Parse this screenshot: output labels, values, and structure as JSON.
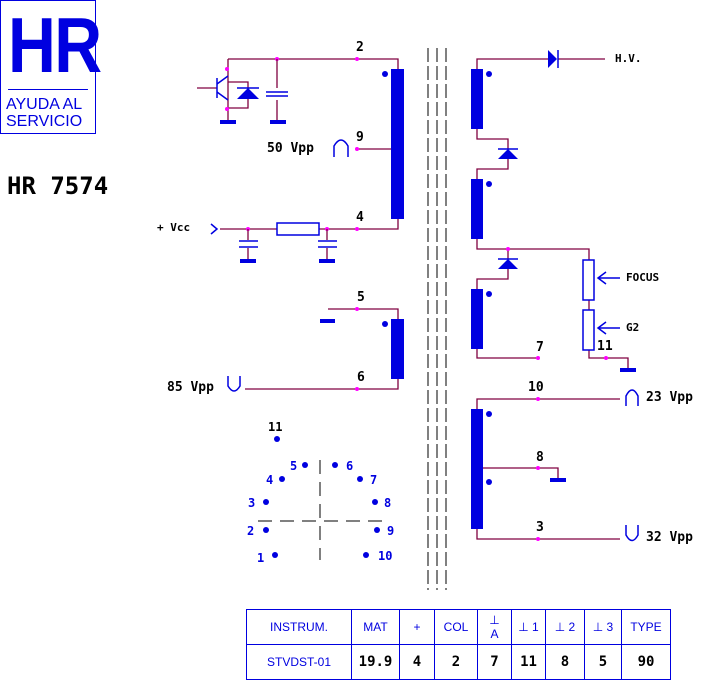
{
  "logo": {
    "mark": "HR",
    "line1": "AYUDA AL",
    "line2": "SERVICIO"
  },
  "model": "HR 7574",
  "labels": {
    "vcc": "+ Vcc",
    "hv": "H.V.",
    "focus": "FOCUS",
    "g2": "G2",
    "p9_vpp": "50 Vpp",
    "p6_vpp": "85 Vpp",
    "p10_vpp": "23 Vpp",
    "p3_vpp": "32 Vpp"
  },
  "pins": {
    "p2": "2",
    "p9": "9",
    "p4": "4",
    "p5": "5",
    "p6": "6",
    "p7": "7",
    "p11": "11",
    "p10": "10",
    "p8": "8",
    "p3": "3"
  },
  "socket": [
    "11",
    "5",
    "6",
    "4",
    "7",
    "3",
    "8",
    "2",
    "9",
    "1",
    "10"
  ],
  "table": {
    "headers": [
      "INSTRUM.",
      "MAT",
      "+",
      "COL",
      "⊥ A",
      "⊥ 1",
      "⊥ 2",
      "⊥ 3",
      "TYPE"
    ],
    "values": [
      "STVDST-01",
      "19.9",
      "4",
      "2",
      "7",
      "11",
      "8",
      "5",
      "90"
    ]
  },
  "colors": {
    "wire": "#800040",
    "component": "#0000e0",
    "junction": "#ff00ff"
  }
}
